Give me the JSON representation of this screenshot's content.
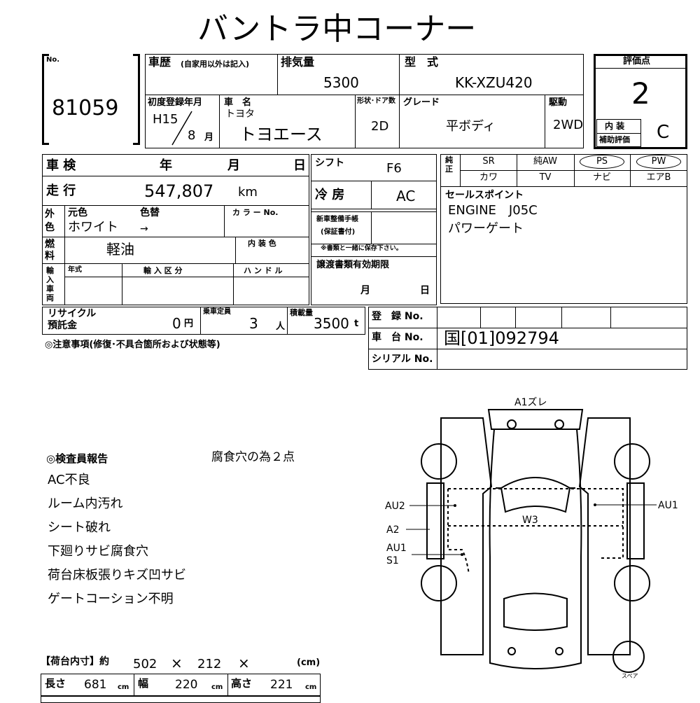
{
  "title": "バントラ中コーナー",
  "lot": {
    "no_label": "No.",
    "number": "81059"
  },
  "history": {
    "label": "車歴",
    "note": "(自家用以外は記入)"
  },
  "displacement": {
    "label": "排気量",
    "value": "5300"
  },
  "model": {
    "label": "型　式",
    "value": "KK-XZU420"
  },
  "score": {
    "label": "評価点",
    "value": "2",
    "interior_label_1": "内 装",
    "interior_label_2": "補助評価",
    "interior_value": "C"
  },
  "first_reg": {
    "label": "初度登録年月",
    "era_year": "H15",
    "month": "8",
    "month_unit": "月"
  },
  "car_name": {
    "label": "車　名",
    "maker": "トヨタ",
    "name": "トヨエース"
  },
  "doors": {
    "label": "形状･ドア数",
    "value": "2D"
  },
  "grade": {
    "label": "グレード",
    "value": "平ボディ"
  },
  "drive": {
    "label": "駆動",
    "value": "2WD"
  },
  "inspection": {
    "label": "車 検",
    "year": "年",
    "month": "月",
    "day": "日"
  },
  "shift": {
    "label": "シフト",
    "value": "F6"
  },
  "equipment": {
    "side_label": "純正",
    "row1": [
      "SR",
      "純AW",
      "PS",
      "PW"
    ],
    "row2": [
      "カワ",
      "TV",
      "ナビ",
      "エアB"
    ]
  },
  "mileage": {
    "label": "走 行",
    "value": "547,807",
    "unit": "km"
  },
  "ac": {
    "label": "冷 房",
    "value": "AC"
  },
  "sales_point": {
    "label": "セールスポイント",
    "lines": [
      "ENGINE　J05C",
      "パワーゲート"
    ]
  },
  "exterior": {
    "side_label": "外色",
    "orig_label": "元色",
    "orig_value": "ホワイト",
    "change_label": "色替",
    "arrow": "→",
    "color_no_label": "カ ラ ー No."
  },
  "manual": {
    "label_1": "新車整備手帳",
    "label_2": "(保証書付)",
    "note": "※書類と一緒に保存下さい。"
  },
  "fuel": {
    "side_label": "燃料",
    "value": "軽油",
    "interior_color_label": "内 装 色"
  },
  "import": {
    "side_label": "輸入車両",
    "year_label": "年式",
    "class_label": "輸 入 区 分",
    "handle_label": "ハ ン ド ル"
  },
  "transfer": {
    "label": "譲渡書類有効期限",
    "month": "月",
    "day": "日"
  },
  "recycle": {
    "label_1": "リサイクル",
    "label_2": "預託金",
    "value": "0",
    "unit": "円"
  },
  "capacity": {
    "label": "乗車定員",
    "value": "3",
    "unit": "人"
  },
  "load": {
    "label": "積載量",
    "value": "3500",
    "unit": "t"
  },
  "reg": {
    "reg_label": "登　録 No.",
    "chassis_label": "車　台 No.",
    "chassis_value": "国[01]092794",
    "serial_label": "シリアル No."
  },
  "caution": {
    "label": "◎注意事項(修復･不具合箇所および状態等)"
  },
  "inspector": {
    "label": "◎検査員報告",
    "note": "腐食穴の為２点",
    "lines": [
      "AC不良",
      "ルーム内汚れ",
      "シート破れ",
      "下廻りサビ腐食穴",
      "荷台床板張りキズ凹サビ",
      "ゲートコーション不明"
    ]
  },
  "cargo": {
    "label": "【荷台内寸】約",
    "dims": [
      "502",
      "×",
      "212",
      "×",
      "(cm)"
    ],
    "length_label": "長さ",
    "length_value": "681",
    "width_label": "幅",
    "width_value": "220",
    "height_label": "高さ",
    "height_value": "221",
    "unit": "cm"
  },
  "diagram": {
    "labels": {
      "top": "A1ズレ",
      "au2": "AU2",
      "a2": "A2",
      "au1_left": "AU1",
      "s1": "S1",
      "au1_right": "AU1",
      "w3": "W3",
      "spare": "スペア"
    }
  }
}
